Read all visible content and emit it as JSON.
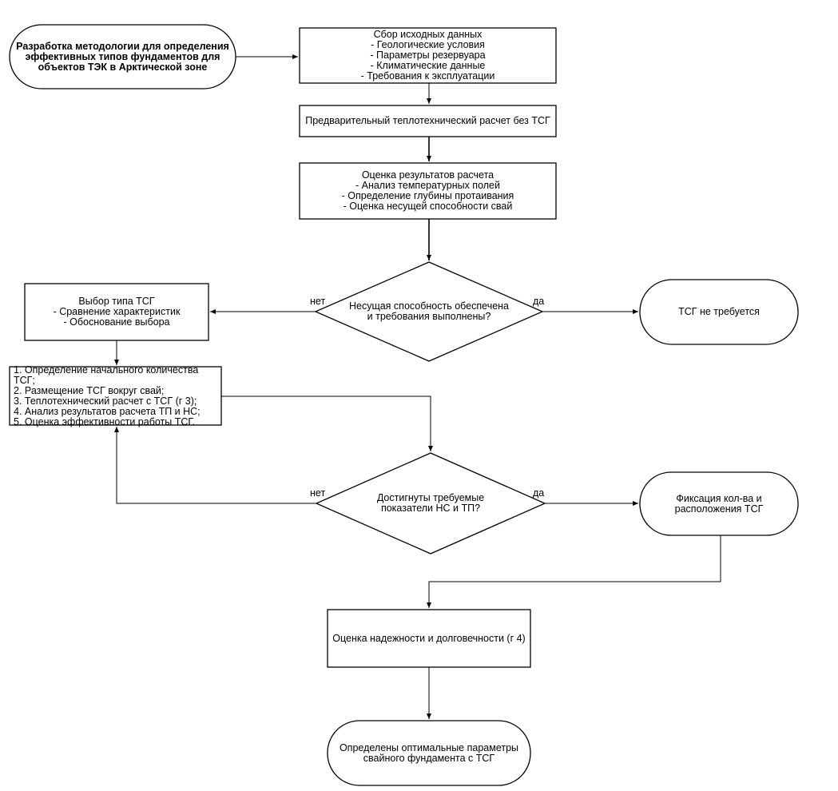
{
  "nodes": {
    "start": "Разработка методологии для определения\nэффективных типов фундаментов для\nобъектов ТЭК в Арктической зоне",
    "collect": "Сбор исходных данных\n- Геологические условия\n- Параметры резервуара\n- Климатические данные\n- Требования к эксплуатации",
    "prelim": "Предварительный теплотехнический расчет без ТСГ",
    "evaluate": "Оценка результатов расчета\n- Анализ температурных полей\n- Определение глубины протаивания\n- Оценка несущей способности свай",
    "decision1": "Несущая способность обеспечена\nи требования выполнены?",
    "no_tsg": "ТСГ не требуется",
    "choose": "Выбор типа ТСГ\n- Сравнение характеристик\n- Обоснование выбора",
    "steps": "1. Определение начального количества ТСГ;\n2. Размещение ТСГ вокруг свай;\n3. Теплотехнический расчет с ТСГ (г 3);\n4. Анализ результатов расчета ТП и НС;\n5. Оценка эффективности работы ТСГ.",
    "decision2": "Достигнуты требуемые\nпоказатели НС и ТП?",
    "fix": "Фиксация кол-ва и\nрасположения ТСГ",
    "reliability": "Оценка надежности и долговечности (г 4)",
    "end": "Определены оптимальные параметры\nсвайного фундамента с ТСГ"
  },
  "edge_labels": {
    "d1_no": "нет",
    "d1_yes": "да",
    "d2_no": "нет",
    "d2_yes": "да"
  },
  "colors": {
    "stroke": "#000000",
    "fill": "#ffffff"
  }
}
